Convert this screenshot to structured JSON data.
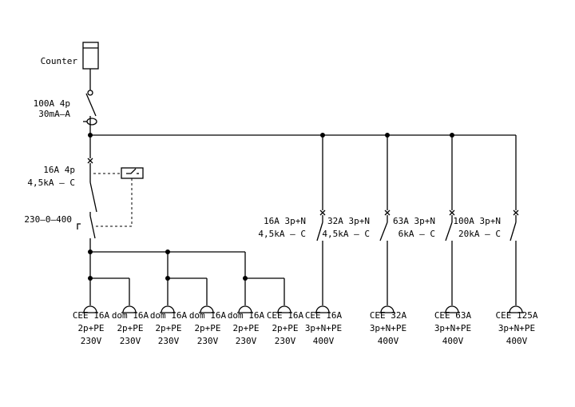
{
  "meter": {
    "label": "Counter"
  },
  "main_switch": {
    "line1": "100A 4p",
    "line2": "30mA–A"
  },
  "mcb": {
    "line1": "16A 4p",
    "line2": "4,5kA – C"
  },
  "changeover": {
    "label": "230–0–400"
  },
  "breakers": [
    {
      "line1": "16A 3p+N",
      "line2": "4,5kA – C"
    },
    {
      "line1": "32A 3p+N",
      "line2": "4,5kA – C"
    },
    {
      "line1": "63A 3p+N",
      "line2": "6kA – C"
    },
    {
      "line1": "100A 3p+N",
      "line2": "20kA – C"
    }
  ],
  "outlets": [
    {
      "type": "CEE 16A",
      "poles": "2p+PE",
      "voltage": "230V"
    },
    {
      "type": "dom 16A",
      "poles": "2p+PE",
      "voltage": "230V"
    },
    {
      "type": "dom 16A",
      "poles": "2p+PE",
      "voltage": "230V"
    },
    {
      "type": "dom 16A",
      "poles": "2p+PE",
      "voltage": "230V"
    },
    {
      "type": "dom 16A",
      "poles": "2p+PE",
      "voltage": "230V"
    },
    {
      "type": "CEE 16A",
      "poles": "2p+PE",
      "voltage": "230V"
    },
    {
      "type": "CEE 16A",
      "poles": "3p+N+PE",
      "voltage": "400V"
    },
    {
      "type": "CEE 32A",
      "poles": "3p+N+PE",
      "voltage": "400V"
    },
    {
      "type": "CEE 63A",
      "poles": "3p+N+PE",
      "voltage": "400V"
    },
    {
      "type": "CEE 125A",
      "poles": "3p+N+PE",
      "voltage": "400V"
    }
  ]
}
